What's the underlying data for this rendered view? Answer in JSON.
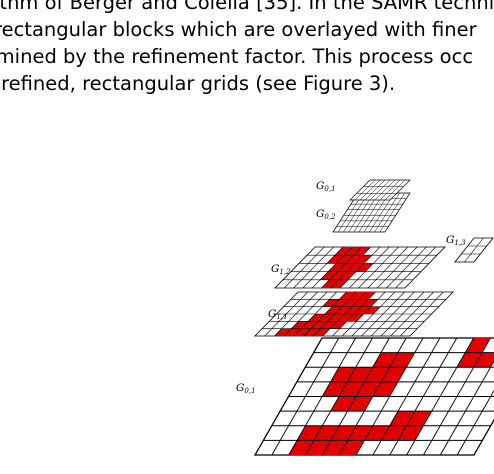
{
  "paragraph": {
    "lines": [
      "ithm of Berger and Colella [35]. In the SAMR techni",
      "rectangular blocks which are overlayed with finer",
      "rmined by the refinement factor. This process occ",
      "f refined, rectangular grids (see Figure 3)."
    ]
  },
  "figure": {
    "labels": [
      {
        "base": "G",
        "sub": "0,1"
      },
      {
        "base": "G",
        "sub": "0,2"
      },
      {
        "base": "G",
        "sub": "1,3"
      },
      {
        "base": "G",
        "sub": "1,2"
      },
      {
        "base": "G",
        "sub": "1,1"
      },
      {
        "base": "G",
        "sub": "0,1"
      }
    ],
    "colors": {
      "refined": "#e00000",
      "grid": "#000000",
      "cell": "#ffffff"
    }
  }
}
